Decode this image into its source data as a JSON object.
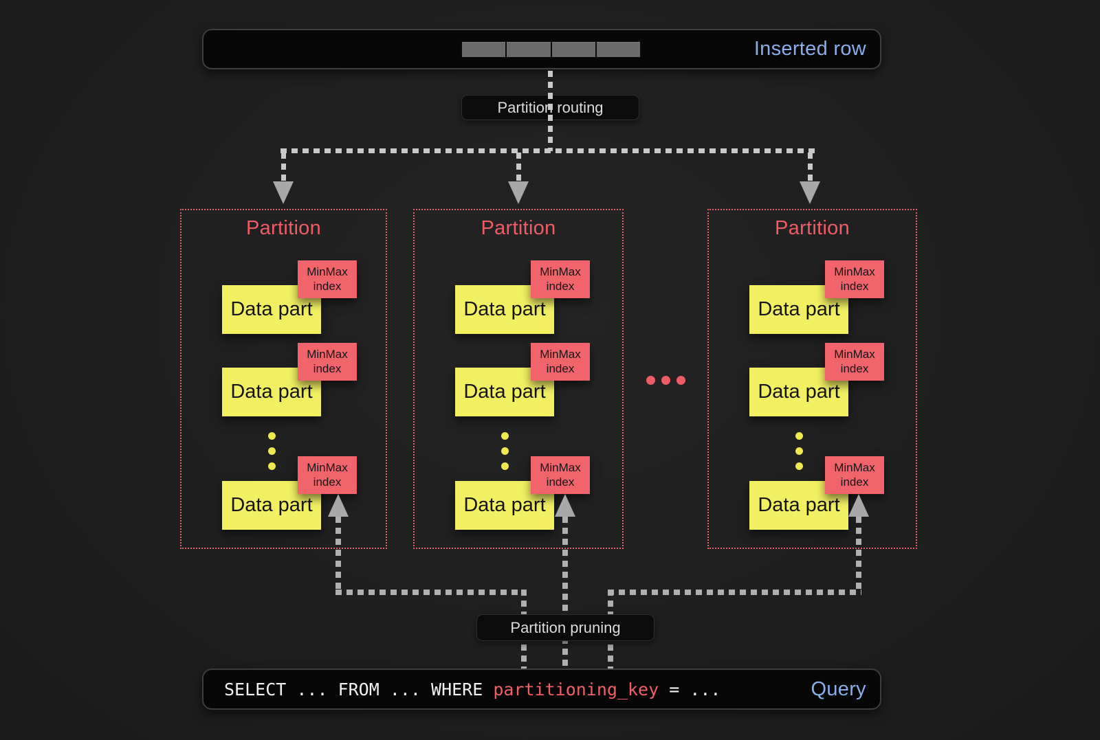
{
  "inserted_row": {
    "label": "Inserted row",
    "segment_count": 4
  },
  "labels": {
    "routing": "Partition routing",
    "pruning": "Partition pruning"
  },
  "partitions": [
    {
      "title": "Partition",
      "parts": [
        {
          "label": "Data part",
          "index_line1": "MinMax",
          "index_line2": "index"
        },
        {
          "label": "Data part",
          "index_line1": "MinMax",
          "index_line2": "index"
        },
        {
          "label": "Data part",
          "index_line1": "MinMax",
          "index_line2": "index"
        }
      ]
    },
    {
      "title": "Partition",
      "parts": [
        {
          "label": "Data part",
          "index_line1": "MinMax",
          "index_line2": "index"
        },
        {
          "label": "Data part",
          "index_line1": "MinMax",
          "index_line2": "index"
        },
        {
          "label": "Data part",
          "index_line1": "MinMax",
          "index_line2": "index"
        }
      ]
    },
    {
      "title": "Partition",
      "parts": [
        {
          "label": "Data part",
          "index_line1": "MinMax",
          "index_line2": "index"
        },
        {
          "label": "Data part",
          "index_line1": "MinMax",
          "index_line2": "index"
        },
        {
          "label": "Data part",
          "index_line1": "MinMax",
          "index_line2": "index"
        }
      ]
    }
  ],
  "query": {
    "sql_before": "SELECT ... FROM ... WHERE ",
    "sql_key": "partitioning_key",
    "sql_after": " = ...",
    "label": "Query"
  },
  "colors": {
    "background": "#1f1f1f",
    "panel_fill": "#070707",
    "panel_border": "#3e3e3e",
    "blue_text": "#8aaee9",
    "salmon": "#ee5d66",
    "minmax_fill": "#f2646c",
    "data_part_yellow": "#f2ef62",
    "yellow_dot": "#efe94f",
    "routing_dash": "#c9c9c9",
    "pruning_dash": "#b0b0b0",
    "arrowhead": "#a8a8a8",
    "bar_segment": "#6b6b6b",
    "sql_key_color": "#ef5f68"
  }
}
